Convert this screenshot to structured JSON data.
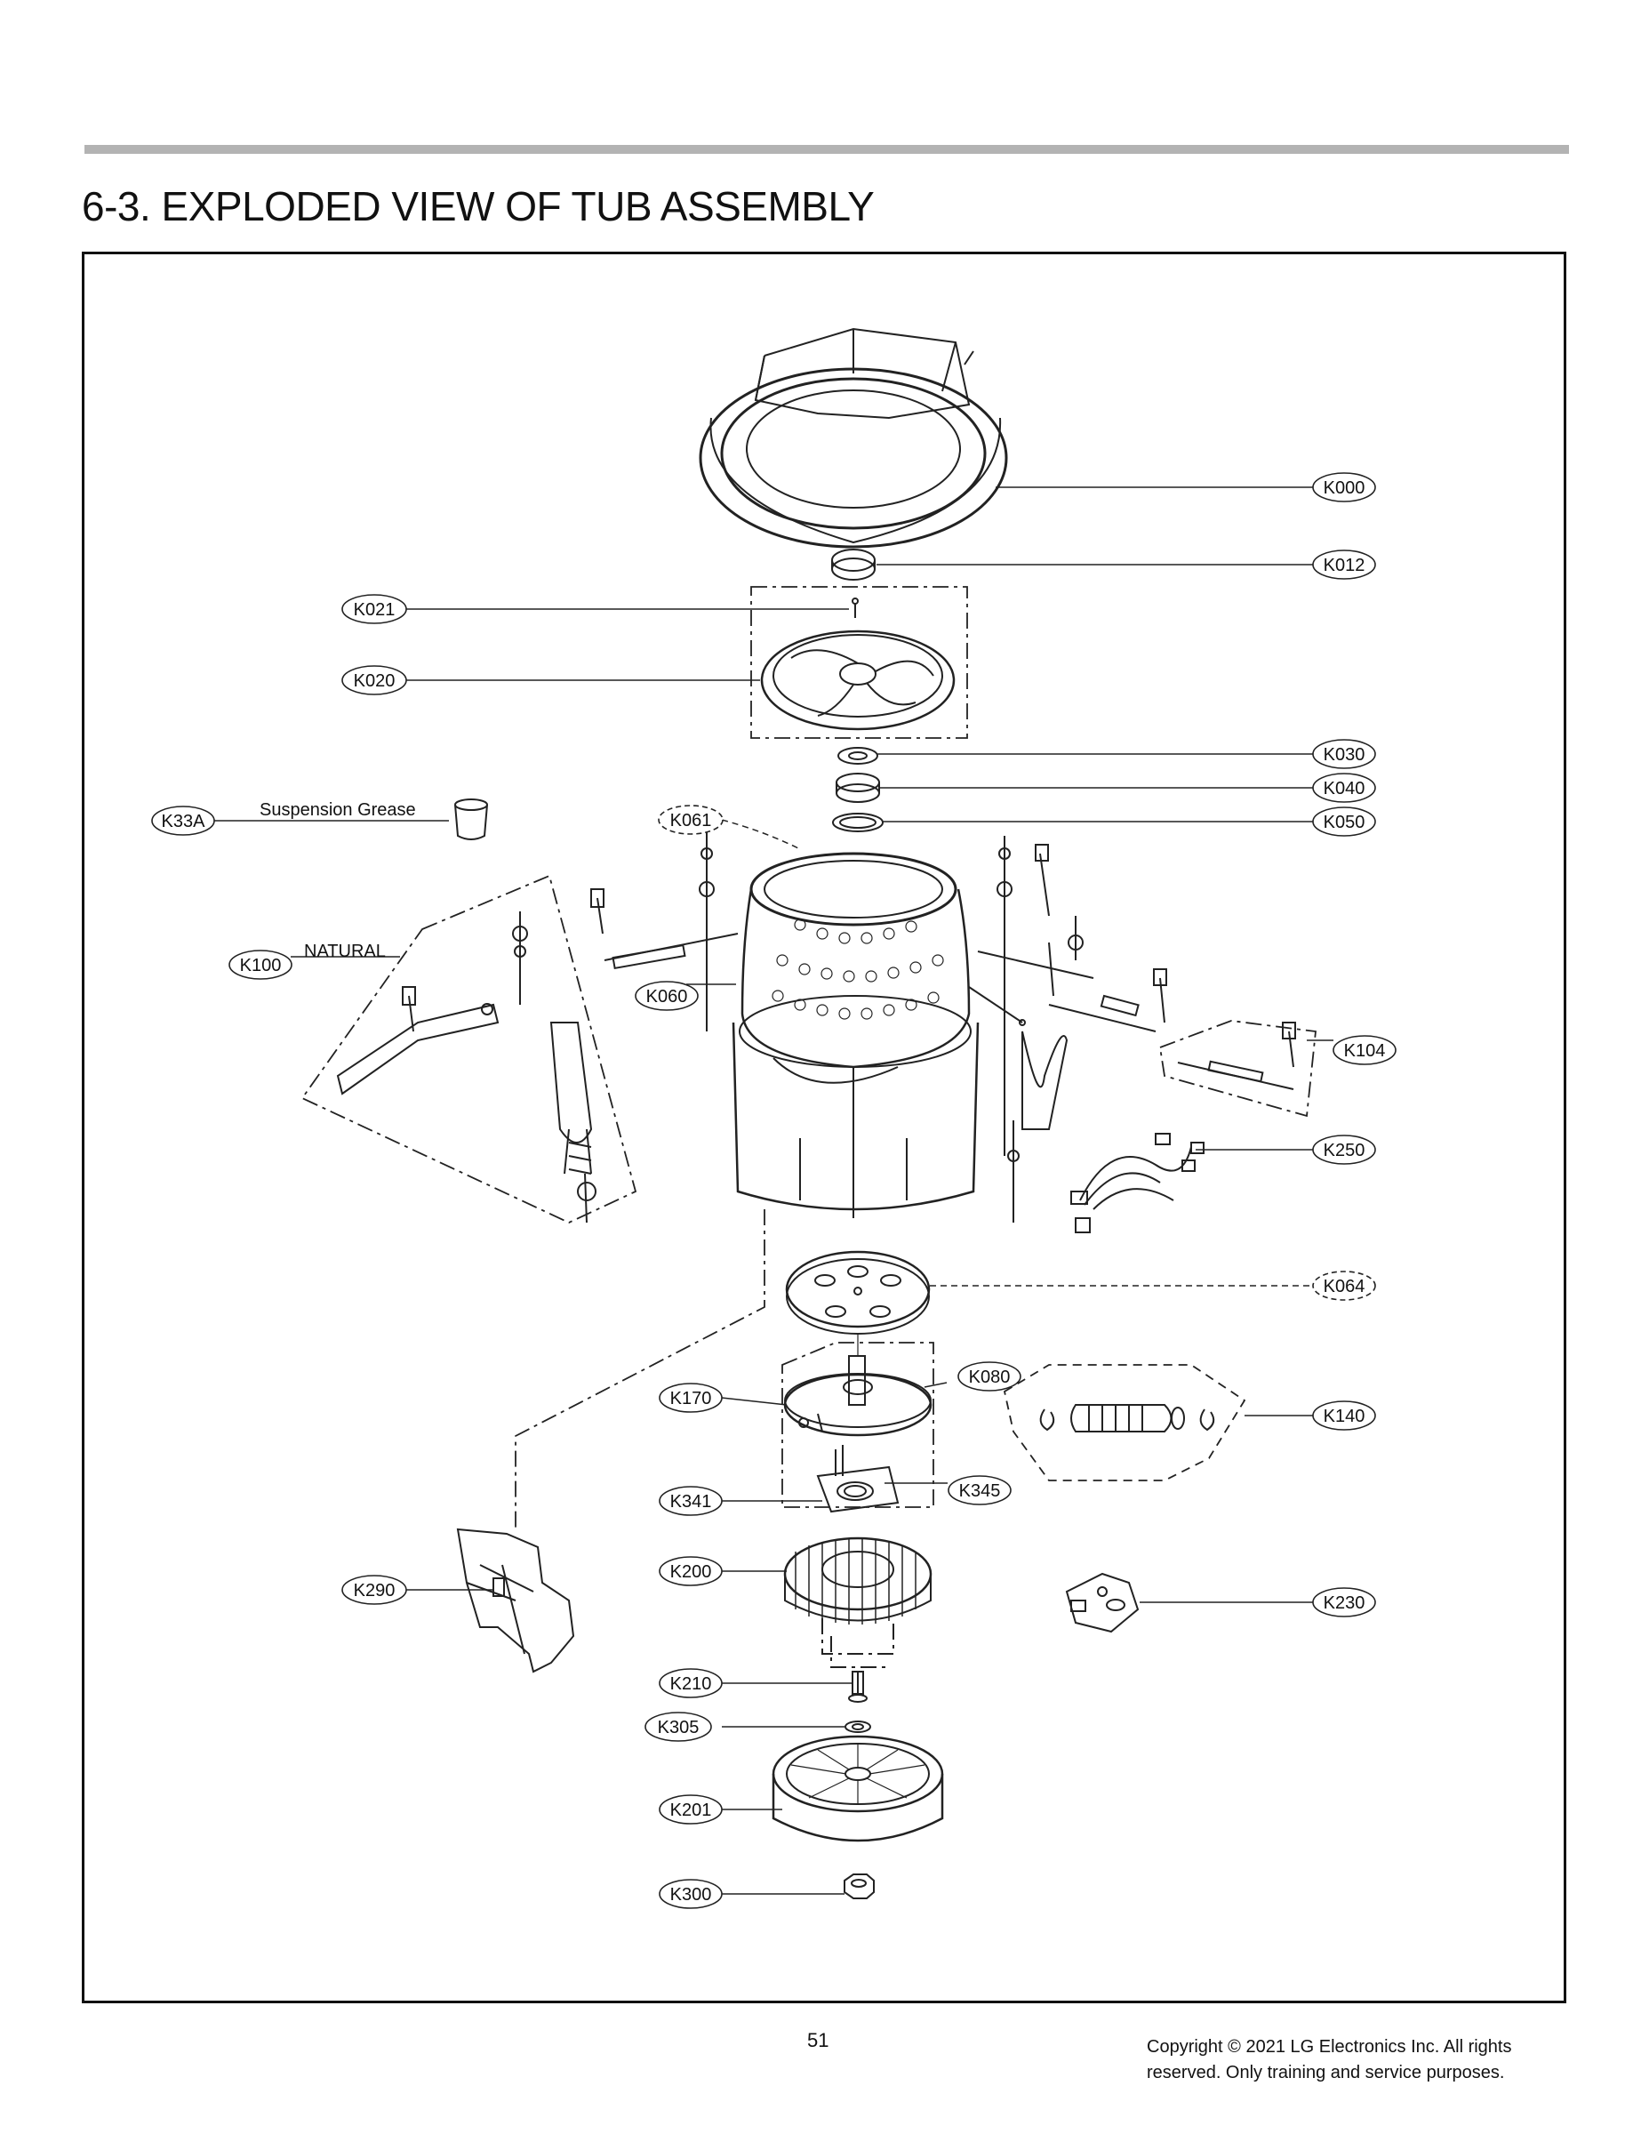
{
  "page": {
    "title": "6-3. EXPLODED VIEW OF TUB ASSEMBLY",
    "page_number": "51",
    "copyright_line1": "Copyright © 2021 LG Electronics Inc. All rights",
    "copyright_line2": "reserved. Only training and service purposes."
  },
  "diagram": {
    "callouts": [
      {
        "id": "k000",
        "text": "K000"
      },
      {
        "id": "k012",
        "text": "K012"
      },
      {
        "id": "k021",
        "text": "K021"
      },
      {
        "id": "k020",
        "text": "K020"
      },
      {
        "id": "k030",
        "text": "K030"
      },
      {
        "id": "k040",
        "text": "K040"
      },
      {
        "id": "k050",
        "text": "K050"
      },
      {
        "id": "k33a",
        "text": "K33A"
      },
      {
        "id": "k061",
        "text": "K061"
      },
      {
        "id": "k100",
        "text": "K100"
      },
      {
        "id": "k060",
        "text": "K060"
      },
      {
        "id": "k104",
        "text": "K104"
      },
      {
        "id": "k250",
        "text": "K250"
      },
      {
        "id": "k064",
        "text": "K064"
      },
      {
        "id": "k080",
        "text": "K080"
      },
      {
        "id": "k170",
        "text": "K170"
      },
      {
        "id": "k140",
        "text": "K140"
      },
      {
        "id": "k345",
        "text": "K345"
      },
      {
        "id": "k341",
        "text": "K341"
      },
      {
        "id": "k200",
        "text": "K200"
      },
      {
        "id": "k290",
        "text": "K290"
      },
      {
        "id": "k230",
        "text": "K230"
      },
      {
        "id": "k210",
        "text": "K210"
      },
      {
        "id": "k305",
        "text": "K305"
      },
      {
        "id": "k201",
        "text": "K201"
      },
      {
        "id": "k300",
        "text": "K300"
      }
    ],
    "notes": {
      "suspension_grease": "Suspension Grease",
      "natural": "NATURAL"
    }
  }
}
